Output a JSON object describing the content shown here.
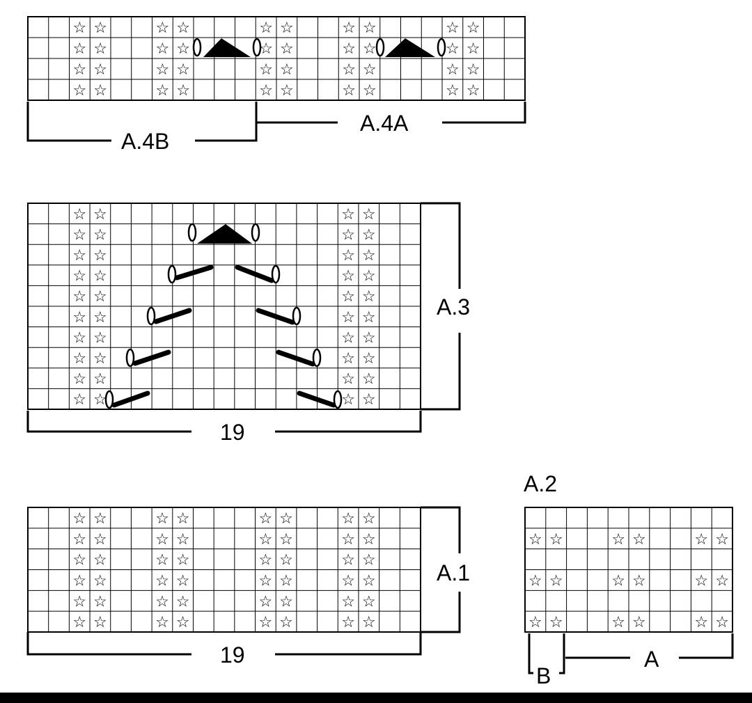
{
  "symbols": {
    "star": "☆",
    "star_legend_name": "star-stitch-symbol",
    "oval_name": "yarn-over-oval-symbol",
    "triangle_name": "double-decrease-triangle-symbol",
    "slash_name": "float-strand-symbol"
  },
  "colors": {
    "ink": "#000000",
    "paper": "#ffffff"
  },
  "charts": {
    "a4": {
      "label_b": "A.4B",
      "label_a": "A.4A",
      "cols": 24,
      "rows": 4
    },
    "a3": {
      "label": "A.3",
      "width_label": "19",
      "cols": 19,
      "rows": 10
    },
    "a1": {
      "label": "A.1",
      "width_label": "19",
      "cols": 19,
      "rows": 6
    },
    "a2": {
      "title": "A.2",
      "label_a": "A",
      "label_b": "B",
      "cols": 10,
      "rows": 6
    }
  }
}
